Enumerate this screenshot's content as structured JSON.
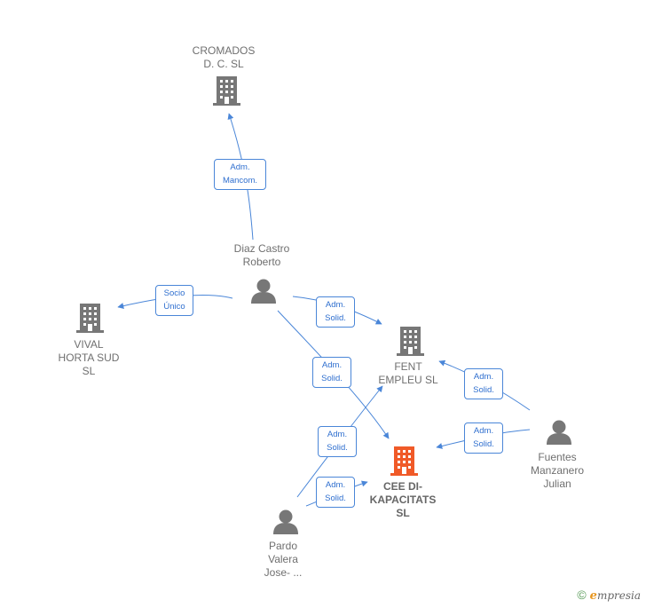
{
  "colors": {
    "edge": "#4a86d8",
    "company_icon": "#777777",
    "main_company_icon": "#f05a28",
    "person_icon": "#777777"
  },
  "nodes": {
    "cromados": {
      "label": "CROMADOS\nD. C.  SL",
      "icon": "building-icon"
    },
    "diaz": {
      "label": "Diaz Castro\nRoberto",
      "icon": "person-icon"
    },
    "vival": {
      "label": "VIVAL\nHORTA SUD\nSL",
      "icon": "building-icon"
    },
    "fent": {
      "label": "FENT\nEMPLEU  SL",
      "icon": "building-icon"
    },
    "cee": {
      "label": "CEE DI-\nKAPACITATS\nSL",
      "icon": "building-icon"
    },
    "fuentes": {
      "label": "Fuentes\nManzanero\nJulian",
      "icon": "person-icon"
    },
    "pardo": {
      "label": "Pardo\nValera\nJose- ...",
      "icon": "person-icon"
    }
  },
  "edges": [
    {
      "from": "diaz",
      "to": "cromados",
      "label": "Adm.\nMancom."
    },
    {
      "from": "diaz",
      "to": "vival",
      "label": "Socio\nÚnico"
    },
    {
      "from": "diaz",
      "to": "fent",
      "label": "Adm.\nSolid."
    },
    {
      "from": "diaz",
      "to": "cee",
      "label": "Adm.\nSolid."
    },
    {
      "from": "fuentes",
      "to": "fent",
      "label": "Adm.\nSolid."
    },
    {
      "from": "fuentes",
      "to": "cee",
      "label": "Adm.\nSolid."
    },
    {
      "from": "pardo",
      "to": "fent",
      "label": "Adm.\nSolid."
    },
    {
      "from": "pardo",
      "to": "cee",
      "label": "Adm.\nSolid."
    }
  ],
  "brand": {
    "copyright": "©",
    "e": "e",
    "rest": "mpresia"
  }
}
